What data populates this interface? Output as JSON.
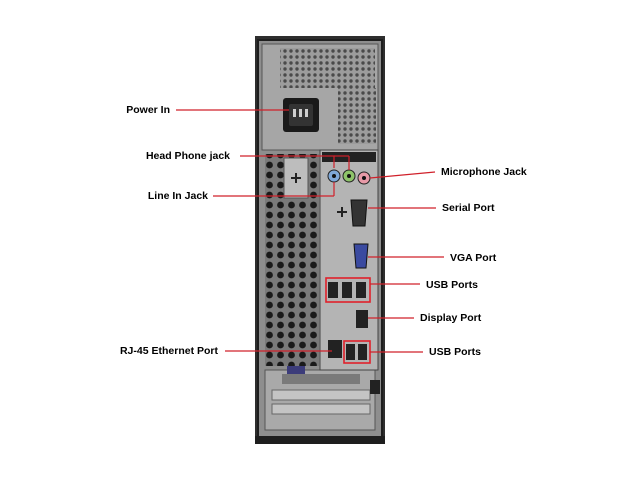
{
  "labels": {
    "power_in": "Power In",
    "head_phone_jack": "Head Phone jack",
    "line_in_jack": "Line In Jack",
    "rj45_ethernet_port": "RJ-45 Ethernet Port",
    "microphone_jack": "Microphone Jack",
    "serial_port": "Serial Port",
    "vga_port": "VGA Port",
    "usb_ports_upper": "USB Ports",
    "display_port": "Display Port",
    "usb_ports_lower": "USB Ports"
  },
  "colors": {
    "leader_line": "#d0202a",
    "chassis": "#3a3a3a",
    "chassis_edge": "#1e1e1e",
    "panel": "#9a9a9a",
    "io_plate": "#b4b4b4",
    "vga_blue": "#3a4aa0"
  },
  "icons": {
    "power_socket": "iec-power-socket",
    "vent_grille": "hexagonal-vent-grille"
  }
}
